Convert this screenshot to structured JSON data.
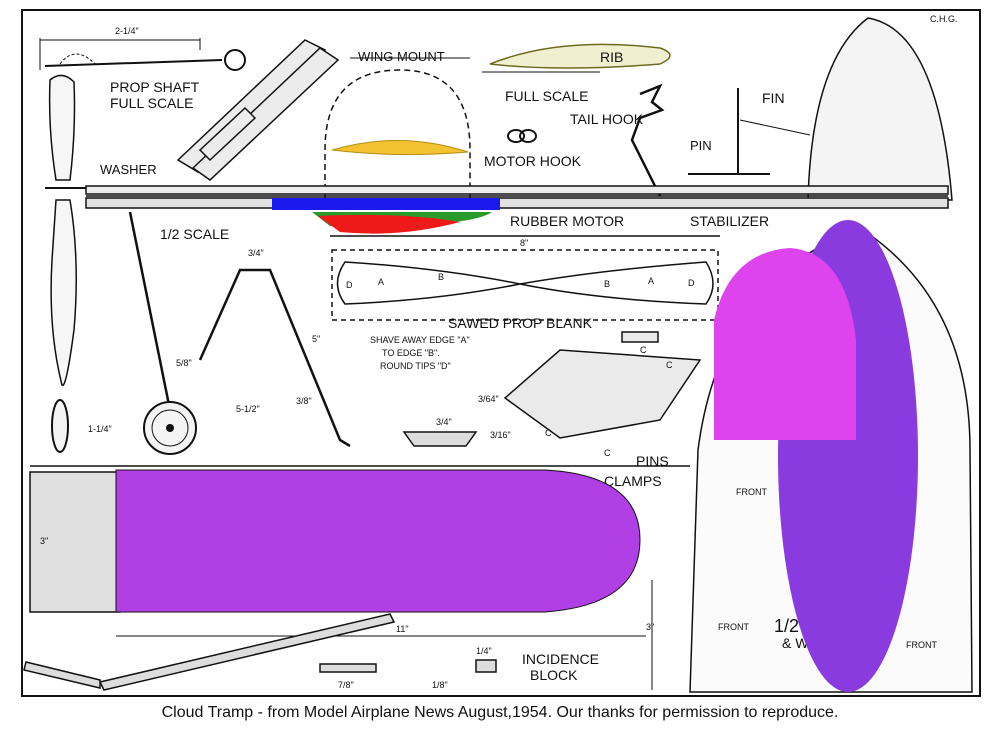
{
  "initials": "C.H.G.",
  "labels": {
    "prop_shaft_line1": "PROP SHAFT",
    "prop_shaft_line2": "FULL SCALE",
    "washer": "WASHER",
    "half_scale": "1/2 SCALE",
    "wing_mount": "WING MOUNT",
    "rib": "RIB",
    "full_scale": "FULL SCALE",
    "tail_hook": "TAIL HOOK",
    "motor_hook": "MOTOR  HOOK",
    "fin": "FIN",
    "pin": "PIN",
    "rubber_motor": "RUBBER MOTOR",
    "stabilizer": "STABILIZER",
    "sawed_prop_blank": "SAWED PROP BLANK",
    "shave_line1": "SHAVE AWAY EDGE \"A\"",
    "shave_line2": "TO EDGE \"B\".",
    "shave_line3": "ROUND TIPS \"D\"",
    "pins": "PINS",
    "clamps": "CLAMPS",
    "front_1": "FRONT",
    "front_2": "FRONT",
    "front_3": "FRONT",
    "incidence_line1": "INCIDENCE",
    "incidence_line2": "BLOCK",
    "half_w_1": "1/2",
    "half_w_2": "& W"
  },
  "dimensions": {
    "d_2_1_4": "2-1/4\"",
    "d_8": "8\"",
    "d_3_4_a": "3/4\"",
    "d_5": "5\"",
    "d_5_8": "5/8\"",
    "d_3_8": "3/8\"",
    "d_5_1_2": "5-1/2\"",
    "d_1_1_4": "1-1/4\"",
    "d_3_4_b": "3/4\"",
    "d_3_64": "3/64\"",
    "d_3_16": "3/16\"",
    "d_3_a": "3\"",
    "d_3_b": "3\"",
    "d_11": "11\"",
    "d_7_8": "7/8\"",
    "d_1_8": "1/8\"",
    "d_1_4": "1/4\""
  },
  "prop_letters": [
    "D",
    "A",
    "B",
    "B",
    "A",
    "D"
  ],
  "clamp_letters": [
    "C",
    "C",
    "C",
    "C"
  ],
  "caption": "Cloud Tramp - from Model Airplane News  August,1954.   Our thanks for permission to reproduce.",
  "colors": {
    "ink": "#111111",
    "rib_fill": "#f0f0d0",
    "airfoil_yellow": "#f2c230",
    "wing_mount_blue": "#1a1aee",
    "green": "#2a9a2a",
    "red": "#ee1a1a",
    "wing_purple": "#b13fe6",
    "stab_purple": "#8a3be0",
    "fin_magenta": "#dd44ee"
  }
}
